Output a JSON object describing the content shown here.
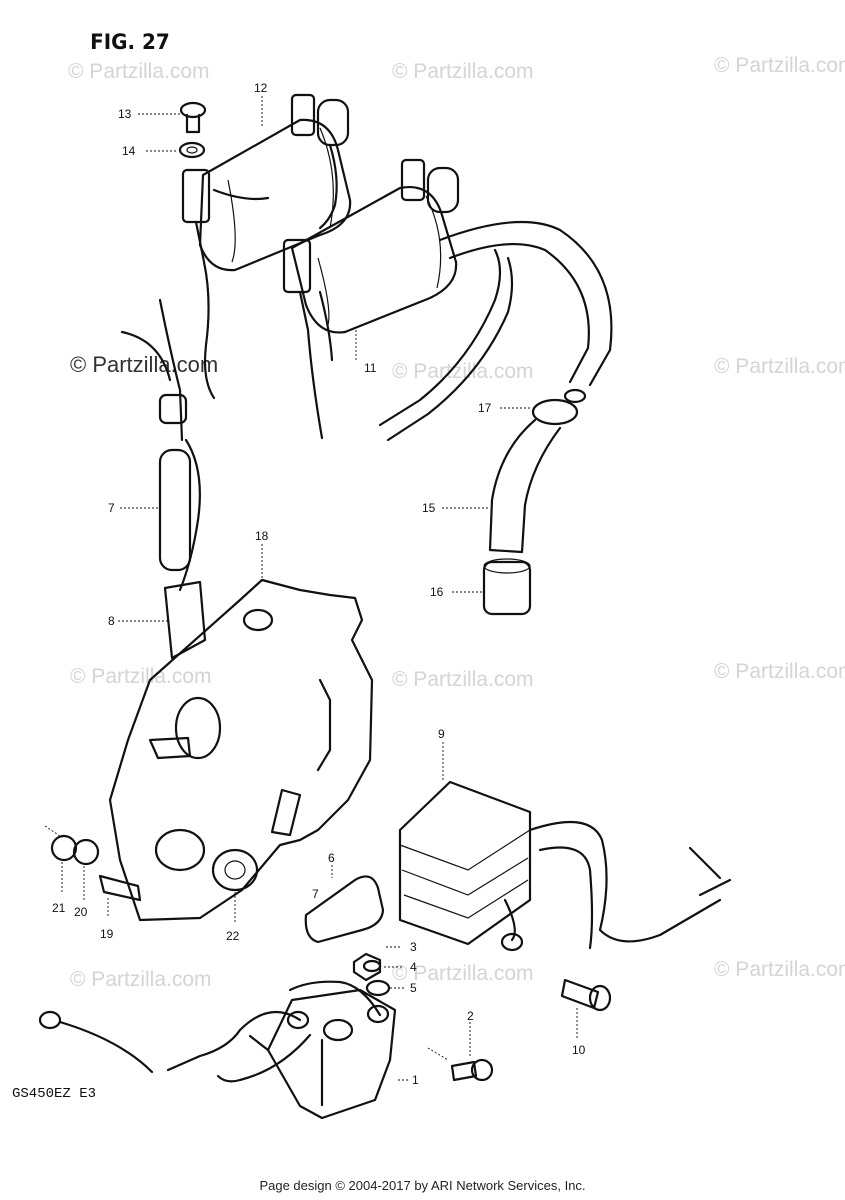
{
  "figure": {
    "title": "FIG. 27",
    "model_code": "GS450EZ  E3"
  },
  "footer": {
    "text": "Page design © 2004-2017 by ARI Network Services, Inc."
  },
  "watermark": {
    "text": "© Partzilla.com"
  },
  "callouts": {
    "c1": "1",
    "c2": "2",
    "c3": "3",
    "c4": "4",
    "c5": "5",
    "c6": "6",
    "c7a": "7",
    "c7b": "7",
    "c8": "8",
    "c9": "9",
    "c10": "10",
    "c11": "11",
    "c12": "12",
    "c13": "13",
    "c14": "14",
    "c15": "15",
    "c16": "16",
    "c17": "17",
    "c18": "18",
    "c19": "19",
    "c20": "20",
    "c21": "21",
    "c22": "22"
  }
}
